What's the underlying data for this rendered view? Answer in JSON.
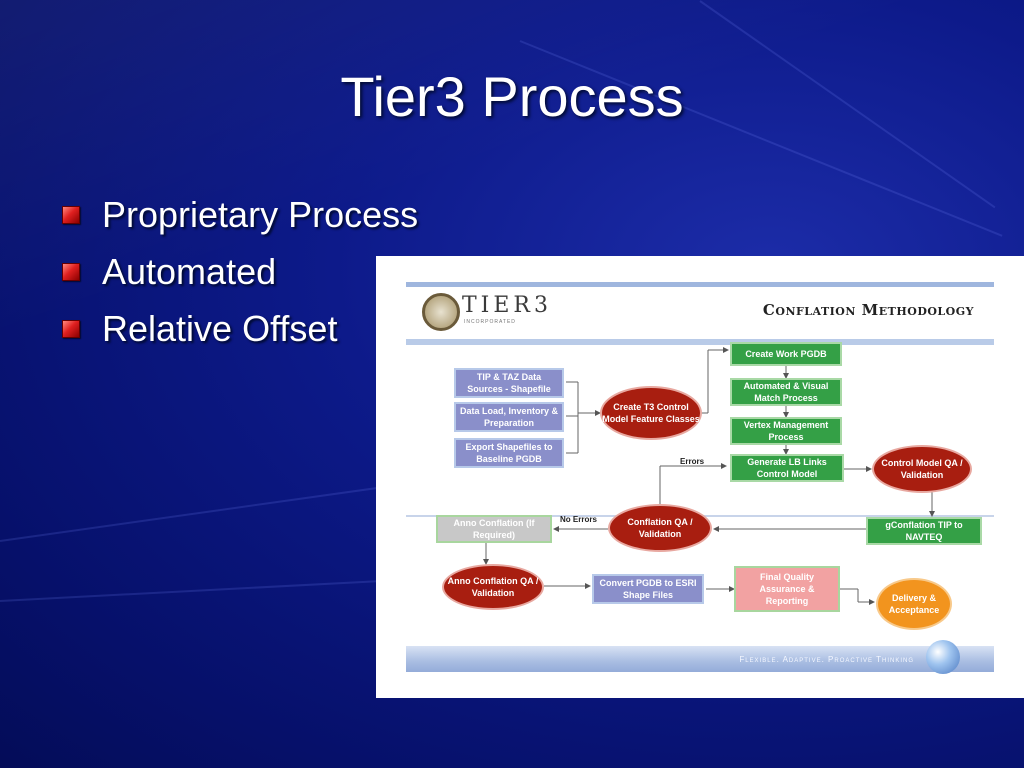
{
  "slide": {
    "title": "Tier3 Process",
    "bullets": [
      "Proprietary Process",
      "Automated",
      "Relative Offset"
    ]
  },
  "diagram": {
    "logo_text": "TIER3",
    "logo_subtext": "INCORPORATED",
    "header_title": "Conflation Methodology",
    "footer_text": "Flexible. Adaptive. Proactive Thinking",
    "nodes": {
      "tip_taz": "TIP & TAZ Data Sources - Shapefile",
      "data_load": "Data Load, Inventory & Preparation",
      "export_shape": "Export Shapefiles to Baseline PGDB",
      "create_t3": "Create T3 Control Model Feature Classes",
      "create_work": "Create Work PGDB",
      "auto_visual": "Automated & Visual Match Process",
      "vertex_mgmt": "Vertex Management Process",
      "gen_lb": "Generate LB Links Control Model",
      "cm_qa": "Control Model QA / Validation",
      "gconflation": "gConflation TIP to NAVTEQ",
      "conflation_qa": "Conflation QA / Validation",
      "anno_conf": "Anno Conflation (If Required)",
      "anno_qa": "Anno Conflation QA / Validation",
      "convert_pgdb": "Convert PGDB to ESRI Shape Files",
      "final_qa": "Final Quality Assurance & Reporting",
      "delivery": "Delivery & Acceptance"
    },
    "edge_labels": {
      "errors": "Errors",
      "no_errors": "No Errors"
    }
  }
}
